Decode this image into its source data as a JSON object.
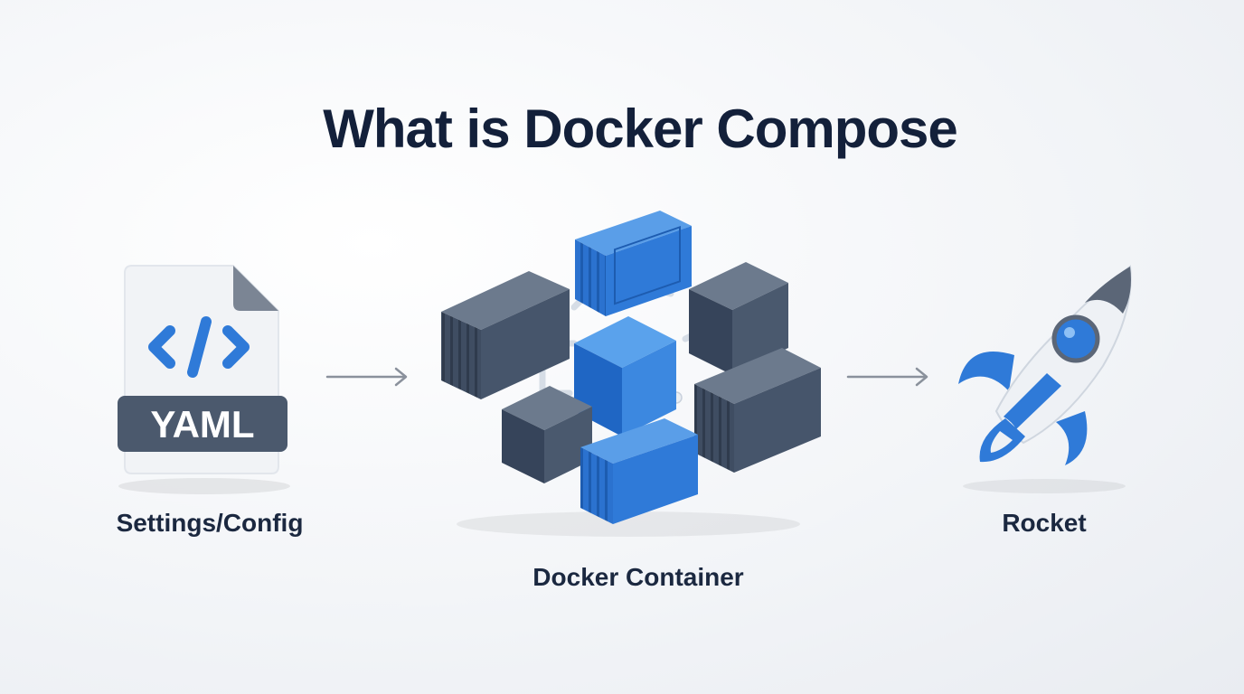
{
  "title": "What is Docker Compose",
  "file_icon": {
    "badge_text": "YAML",
    "symbol": "</>"
  },
  "labels": {
    "config": "Settings/Config",
    "docker": "Docker Container",
    "rocket": "Rocket"
  },
  "colors": {
    "title": "#13203a",
    "blue": "#2f7ad8",
    "dark": "#46556b",
    "arrow": "#8a919c",
    "badge": "#4b596d"
  },
  "icons": [
    "yaml-file-icon",
    "code-brackets-icon",
    "container-cluster-icon",
    "arrow-right-icon",
    "rocket-icon"
  ]
}
